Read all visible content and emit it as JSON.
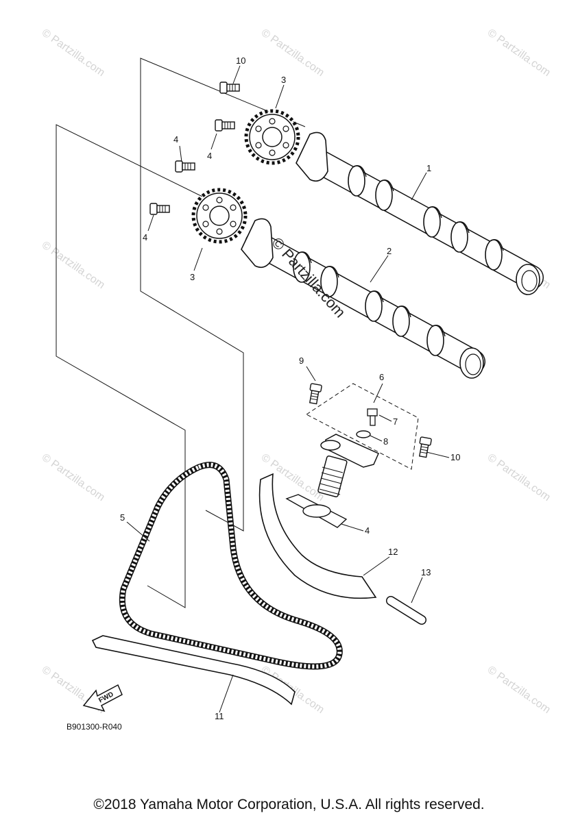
{
  "diagram": {
    "code": "B901300-R040",
    "fwd_label": "FWD",
    "center_watermark": "© Partzilla.com",
    "watermark": "© Partzilla.com",
    "callouts": [
      "1",
      "2",
      "3",
      "3",
      "4",
      "4",
      "4",
      "4",
      "5",
      "6",
      "7",
      "8",
      "9",
      "10",
      "10",
      "11",
      "12",
      "13"
    ]
  },
  "footer": {
    "copyright": "©2018 Yamaha Motor Corporation, U.S.A. All rights reserved."
  }
}
